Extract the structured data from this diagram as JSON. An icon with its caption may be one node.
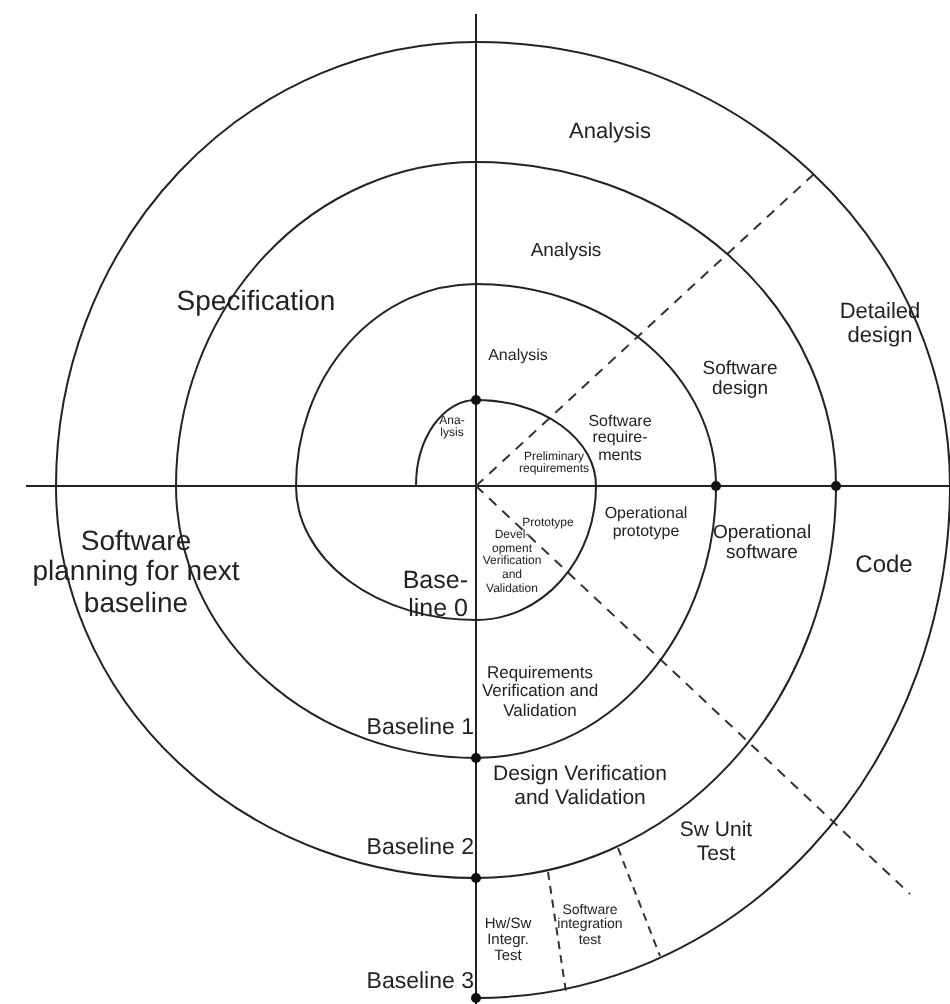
{
  "diagram": {
    "labels": [
      "Analysis",
      "Analysis",
      "Specification",
      "Detailed design",
      "Analysis",
      "Software design",
      "Software require- ments",
      "Ana- lysis",
      "Preliminary requirements",
      "Prototype",
      "Operational prototype",
      "Operational software",
      "Code",
      "Devel- opment Verification and Validation",
      "Software planning for next baseline",
      "Base- line 0",
      "Requirements Verification and Validation",
      "Baseline 1",
      "Design Verification and Validation",
      "Baseline 2",
      "Sw Unit Test",
      "Software integration test",
      "Hw/Sw Integr. Test",
      "Baseline 3"
    ]
  }
}
